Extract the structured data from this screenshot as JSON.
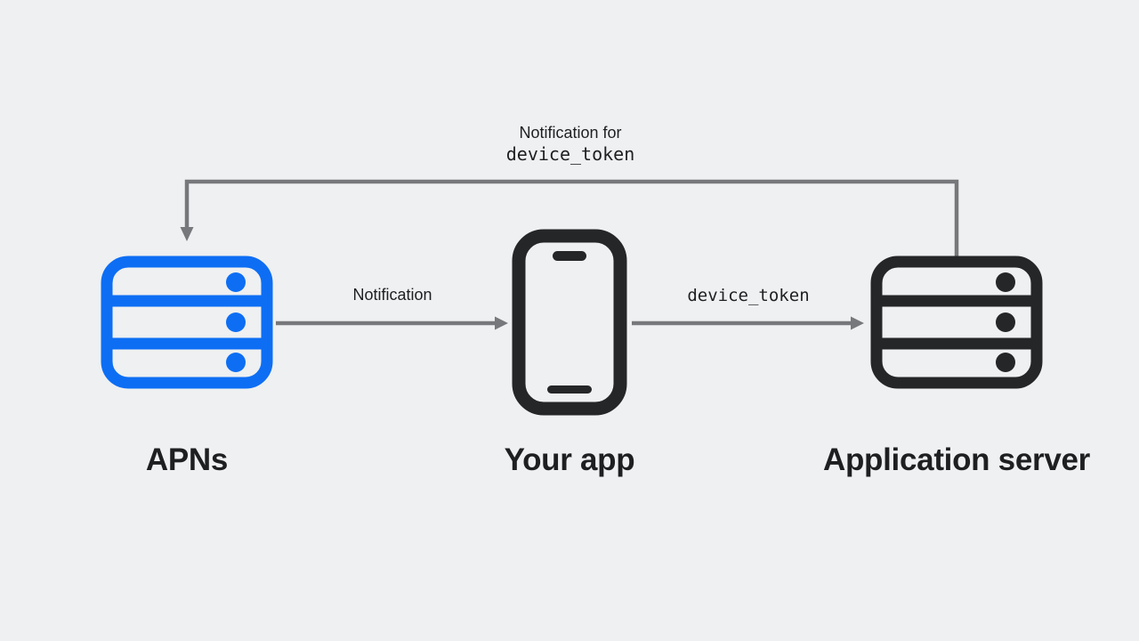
{
  "theme": {
    "bg": "#eef0f1",
    "line": "#77787b",
    "dark": "#242628",
    "blue": "#0d6ef4",
    "text": "#1d1f21"
  },
  "diagram": {
    "type": "flow",
    "nodes": [
      {
        "id": "apns",
        "label": "APNs",
        "icon": "server-icon",
        "icon_color": "#0d6ef4"
      },
      {
        "id": "your-app",
        "label": "Your app",
        "icon": "phone-icon",
        "icon_color": "#242628"
      },
      {
        "id": "application-server",
        "label": "Application server",
        "icon": "server-icon",
        "icon_color": "#242628"
      }
    ],
    "edges": [
      {
        "from": "apns",
        "to": "your-app",
        "label": "Notification",
        "label_style": "sans",
        "direction": "right"
      },
      {
        "from": "your-app",
        "to": "application-server",
        "label": "device_token",
        "label_style": "mono",
        "direction": "right"
      },
      {
        "from": "application-server",
        "to": "apns",
        "label_line1": "Notification for",
        "label_line2": "device_token",
        "direction": "loop-over-top"
      }
    ]
  }
}
